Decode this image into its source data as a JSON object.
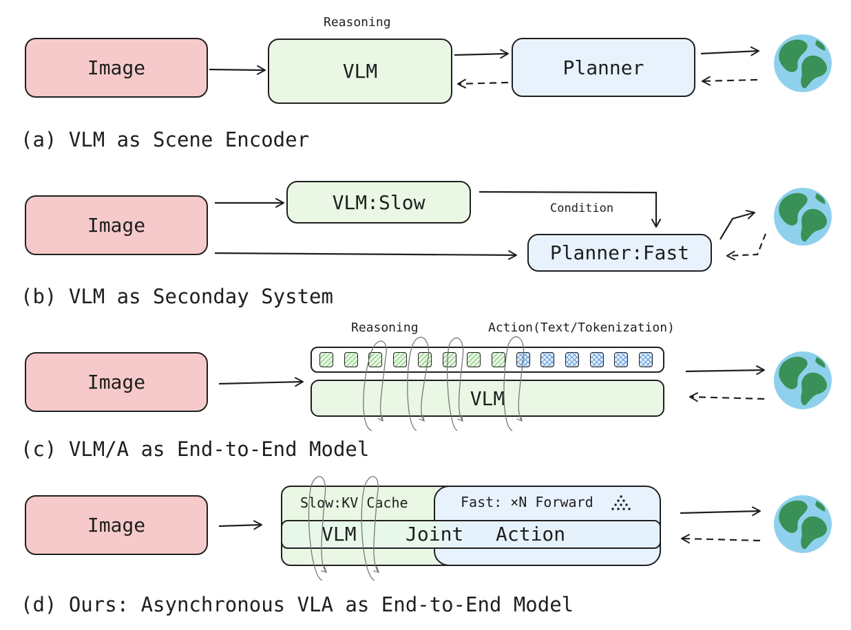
{
  "panel_a": {
    "image": "Image",
    "vlm": "VLM",
    "planner": "Planner",
    "reasoning_label": "Reasoning",
    "caption": "(a) VLM as Scene Encoder"
  },
  "panel_b": {
    "image": "Image",
    "vlm_slow": "VLM:Slow",
    "planner_fast": "Planner:Fast",
    "condition_label": "Condition",
    "caption": "(b) VLM as Seconday System"
  },
  "panel_c": {
    "image": "Image",
    "vlm": "VLM",
    "reasoning_label": "Reasoning",
    "action_label": "Action(Text/Tokenization)",
    "tokens": [
      "reasoning",
      "reasoning",
      "reasoning",
      "reasoning",
      "reasoning",
      "reasoning",
      "reasoning",
      "reasoning",
      "action",
      "action",
      "action",
      "action",
      "action",
      "action"
    ],
    "caption": "(c) VLM/A as End-to-End Model"
  },
  "panel_d": {
    "image": "Image",
    "slow_label": "Slow:KV Cache",
    "fast_label": "Fast: ×N Forward",
    "vlm": "VLM",
    "joint": "Joint",
    "action": "Action",
    "caption": "(d) Ours: Asynchronous VLA as End-to-End Model"
  },
  "colors": {
    "image_fill": "#f6caca",
    "vlm_fill": "#e9f7e4",
    "planner_fill": "#e8f2fd",
    "ocean": "#8fd1ec",
    "land": "#3a9157"
  },
  "icons": [
    "globe-icon",
    "triangle-dots-icon"
  ]
}
